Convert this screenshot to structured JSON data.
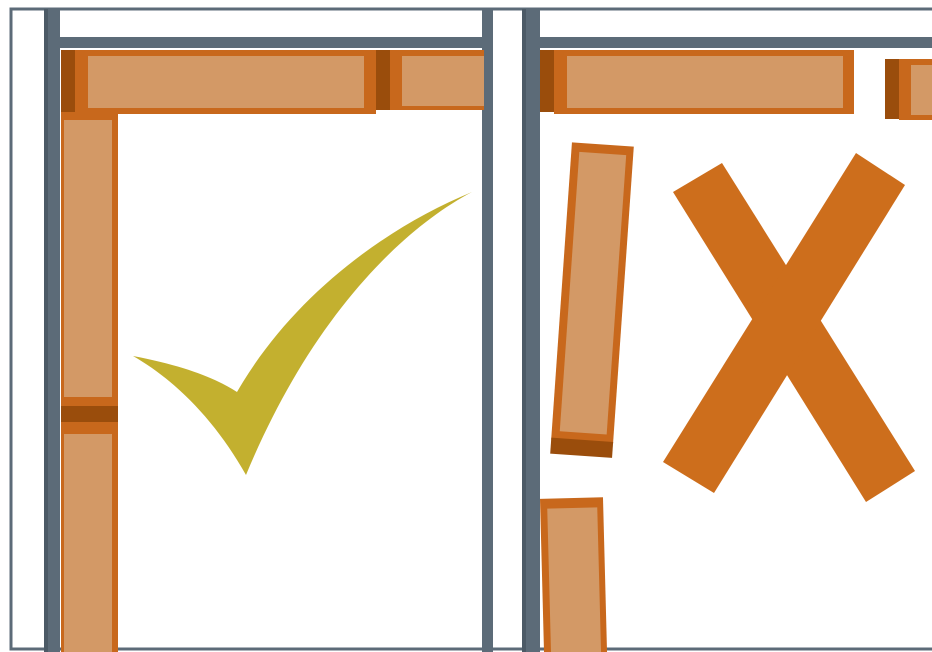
{
  "colors": {
    "frame": "#5c6b78",
    "frame_dark": "#4c5a66",
    "brick_outer": "#c8681c",
    "brick_face": "#d39966",
    "brick_end": "#9a4d0c",
    "check": "#c3b02f",
    "cross": "#cd6e1c",
    "background": "#ffffff"
  },
  "icons": {
    "correct_panel": "check-mark-icon",
    "incorrect_panel": "x-mark-icon"
  },
  "panels": [
    {
      "name": "correct-installation-panel",
      "verdict": "correct"
    },
    {
      "name": "incorrect-installation-panel",
      "verdict": "incorrect"
    }
  ]
}
